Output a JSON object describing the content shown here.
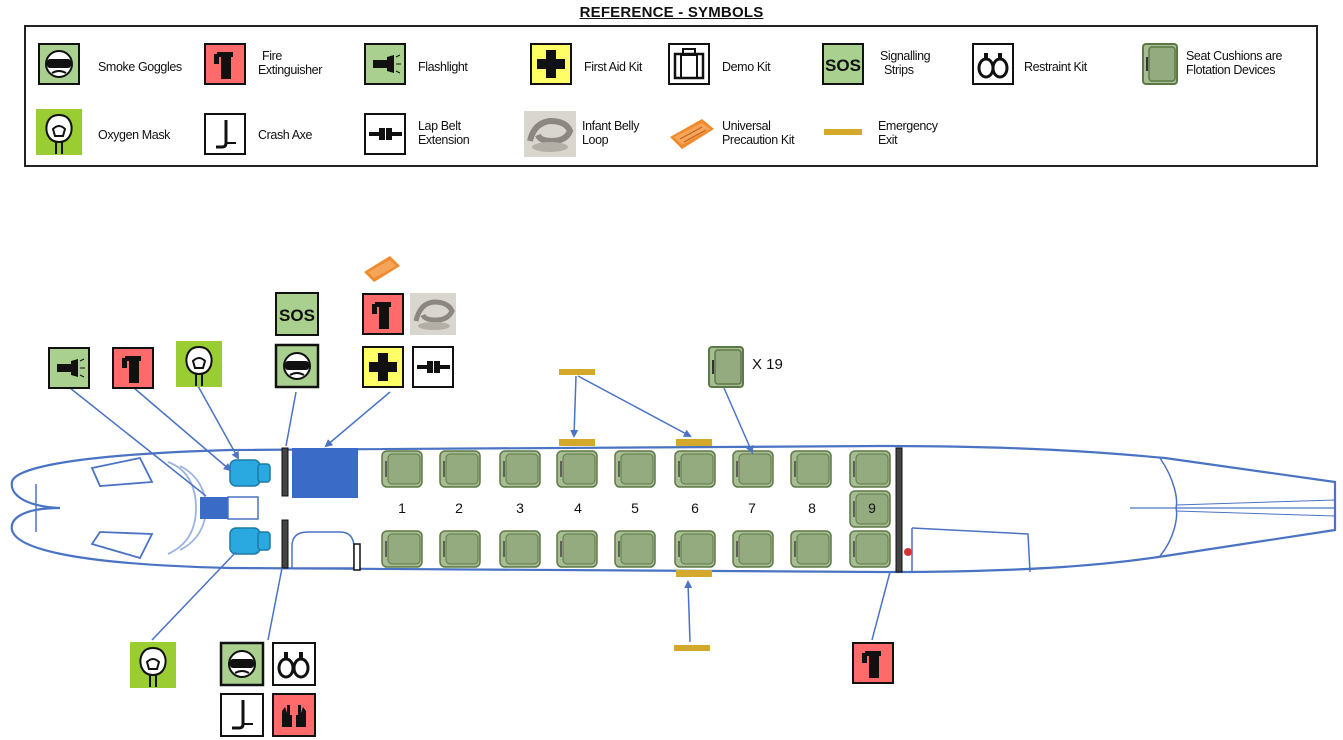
{
  "reference_title": "REFERENCE - SYMBOLS",
  "legend": [
    {
      "id": "smoke-goggles",
      "label": "Smoke Goggles",
      "icon": "smoke-goggles-icon"
    },
    {
      "id": "fire-extinguisher",
      "label": "Fire Extinguisher",
      "line1": "Fire",
      "line2": "Extinguisher",
      "icon": "fire-extinguisher-icon"
    },
    {
      "id": "flashlight",
      "label": "Flashlight",
      "icon": "flashlight-icon"
    },
    {
      "id": "first-aid-kit",
      "label": "First Aid Kit",
      "icon": "first-aid-kit-icon"
    },
    {
      "id": "demo-kit",
      "label": "Demo Kit",
      "icon": "demo-kit-icon"
    },
    {
      "id": "signalling-strips",
      "label": "Signalling Strips",
      "line1": "Signalling",
      "line2": "Strips",
      "icon": "sos-icon"
    },
    {
      "id": "restraint-kit",
      "label": "Restraint Kit",
      "icon": "restraint-kit-icon"
    },
    {
      "id": "seat-cushions",
      "label": "Seat Cushions are Flotation Devices",
      "line1": "Seat Cushions are",
      "line2": "Flotation Devices",
      "icon": "seat-cushion-icon"
    },
    {
      "id": "oxygen-mask",
      "label": "Oxygen Mask",
      "icon": "oxygen-mask-icon"
    },
    {
      "id": "crash-axe",
      "label": "Crash Axe",
      "icon": "crash-axe-icon"
    },
    {
      "id": "lap-belt-extension",
      "label": "Lap Belt Extension",
      "line1": "Lap Belt",
      "line2": "Extension",
      "icon": "lap-belt-icon"
    },
    {
      "id": "infant-belly-loop",
      "label": "Infant Belly Loop",
      "line1": "Infant Belly",
      "line2": "Loop",
      "icon": "infant-belly-loop-icon"
    },
    {
      "id": "universal-precaution-kit",
      "label": "Universal Precaution Kit",
      "line1": "Universal",
      "line2": "Precaution Kit",
      "icon": "precaution-kit-icon"
    },
    {
      "id": "emergency-exit",
      "label": "Emergency Exit",
      "line1": "Emergency",
      "line2": "Exit",
      "icon": "emergency-exit-icon"
    }
  ],
  "sos_text": "SOS",
  "seat_rows": [
    "1",
    "2",
    "3",
    "4",
    "5",
    "6",
    "7",
    "8",
    "9"
  ],
  "cushion_count": "X 19",
  "colors": {
    "fuselage": "#4a73c4",
    "green": "#a9d08e",
    "green_dark": "#5c7a45",
    "red": "#ff6b6b",
    "yellow": "#ffff66",
    "lime": "#9acd32",
    "blue_seat": "#2aa8e0",
    "galley": "#3a6bc7",
    "exit": "#d4a82a",
    "orange": "#f08a2c"
  }
}
